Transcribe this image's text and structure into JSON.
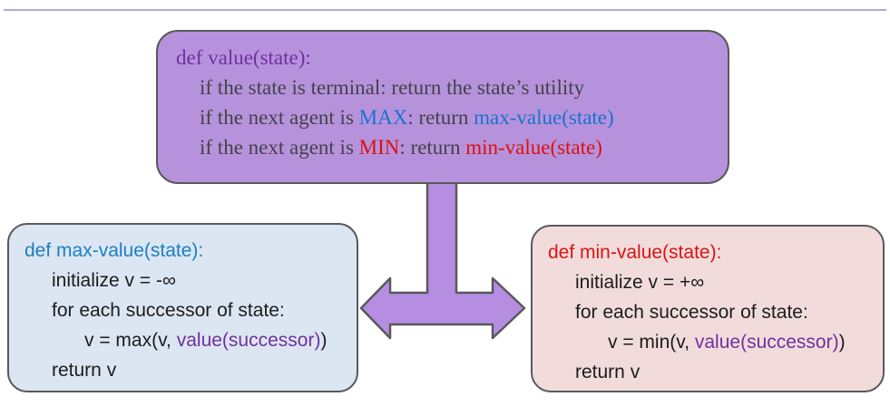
{
  "slide": {
    "top_rule_color": "#abaadd"
  },
  "value_box": {
    "title": "def value(state):",
    "line_terminal": "if the state is terminal: return the state’s utility",
    "line_max": {
      "prefix": "if the next agent is ",
      "agent": "MAX",
      "mid": ": return ",
      "call": "max-value(state)"
    },
    "line_min": {
      "prefix": "if the next agent is ",
      "agent": "MIN",
      "mid": ": return ",
      "call": "min-value(state)"
    }
  },
  "max_box": {
    "title": "def max-value(state):",
    "line_init": "initialize v = -∞",
    "line_for": "for each successor of state:",
    "line_update": {
      "prefix": "v = max(v, ",
      "call": "value(successor)",
      "suffix": ")"
    },
    "line_return": "return v"
  },
  "min_box": {
    "title": "def min-value(state):",
    "line_init": "initialize v = +∞",
    "line_for": "for each successor of state:",
    "line_update": {
      "prefix": "v = min(v, ",
      "call": "value(successor)",
      "suffix": ")"
    },
    "line_return": "return v"
  },
  "colors": {
    "value_box_fill": "#b792dc",
    "value_box_title": "#7030a0",
    "value_box_body": "#434347",
    "max_accent": "#1873cf",
    "min_accent": "#da1111",
    "max_box_fill": "#dce6f2",
    "max_box_title": "#1b7fc4",
    "min_box_fill": "#f2dcdb",
    "min_box_title": "#d91414",
    "call_purple": "#7030a0",
    "arrow_fill": "#b58ee2",
    "outline": "#58595b",
    "top_rule": "#abaadd"
  }
}
